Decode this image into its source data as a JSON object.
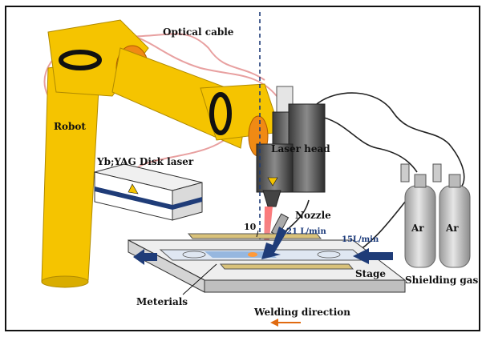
{
  "labels": {
    "optical_cable": "Optical cable",
    "robot": "Robot",
    "laser_head": "Laser head",
    "disk_laser": "Yb;YAG Disk laser",
    "nozzle": "Nozzle",
    "angle": "10",
    "flow_nozzle": "21 L/min",
    "flow_back": "15L/min",
    "stage": "Stage",
    "materials": "Meterials",
    "welding_direction": "Welding direction",
    "shielding_gas": "Shielding gas",
    "cylinder_1": "Ar",
    "cylinder_2": "Ar"
  },
  "colors": {
    "robot_yellow": "#f5c400",
    "joint_orange": "#f08a14",
    "flow_arrow_blue": "#1f3c78",
    "direction_arrow": "#e06a10",
    "laser_beam": "#e0303a",
    "cylinder_gray": "#c9c9c9",
    "laser_box_stripe": "#1f3c78"
  },
  "icons": {
    "laser_warning": "laser-warning-icon"
  }
}
